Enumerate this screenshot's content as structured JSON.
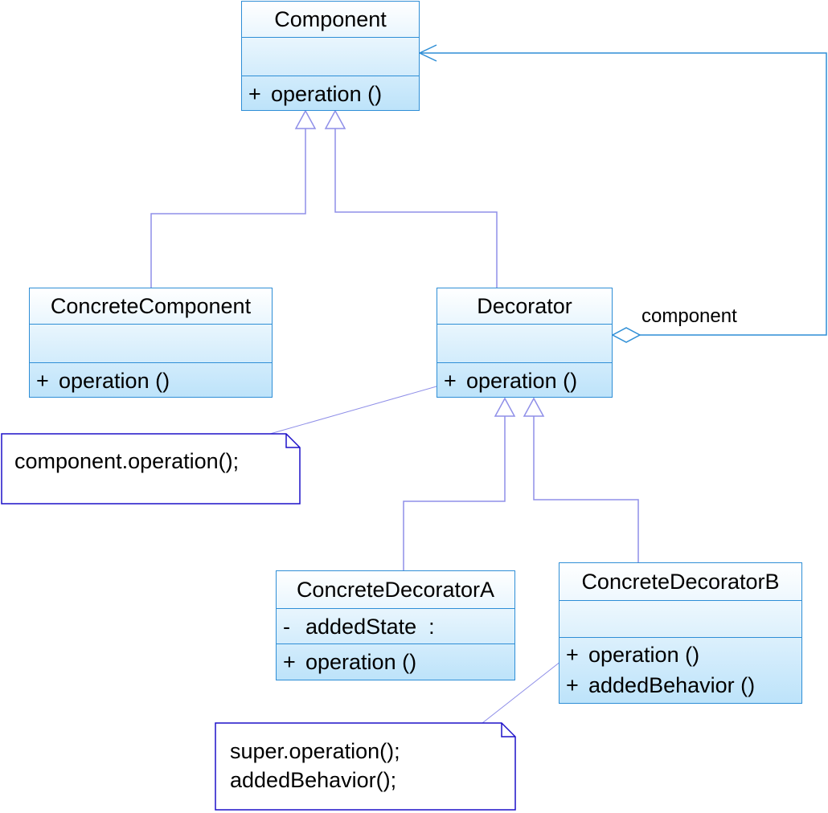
{
  "classes": {
    "component": {
      "name": "Component",
      "attributes": [],
      "operations": [
        {
          "vis": "+",
          "name": "operation ()"
        }
      ]
    },
    "concrete_component": {
      "name": "ConcreteComponent",
      "attributes": [],
      "operations": [
        {
          "vis": "+",
          "name": "operation ()"
        }
      ]
    },
    "decorator": {
      "name": "Decorator",
      "attributes": [],
      "operations": [
        {
          "vis": "+",
          "name": "operation ()"
        }
      ]
    },
    "concrete_decorator_a": {
      "name": "ConcreteDecoratorA",
      "attributes": [
        {
          "vis": "-",
          "name": "addedState  :"
        }
      ],
      "operations": [
        {
          "vis": "+",
          "name": "operation ()"
        }
      ]
    },
    "concrete_decorator_b": {
      "name": "ConcreteDecoratorB",
      "attributes": [],
      "operations": [
        {
          "vis": "+",
          "name": "operation ()"
        },
        {
          "vis": "+",
          "name": "addedBehavior ()"
        }
      ]
    }
  },
  "notes": {
    "decorator_note": {
      "lines": [
        "component.operation();"
      ]
    },
    "decorator_b_note": {
      "lines": [
        "super.operation();",
        "addedBehavior();"
      ]
    }
  },
  "associations": {
    "aggregation_label": "component"
  },
  "colors": {
    "class_border": "#2e8ed6",
    "class_fill_bottom": "#bde3fa",
    "inherit_line": "#8f8fe8",
    "note_border": "#1d10c9",
    "assoc_line": "#2e8ed6"
  }
}
